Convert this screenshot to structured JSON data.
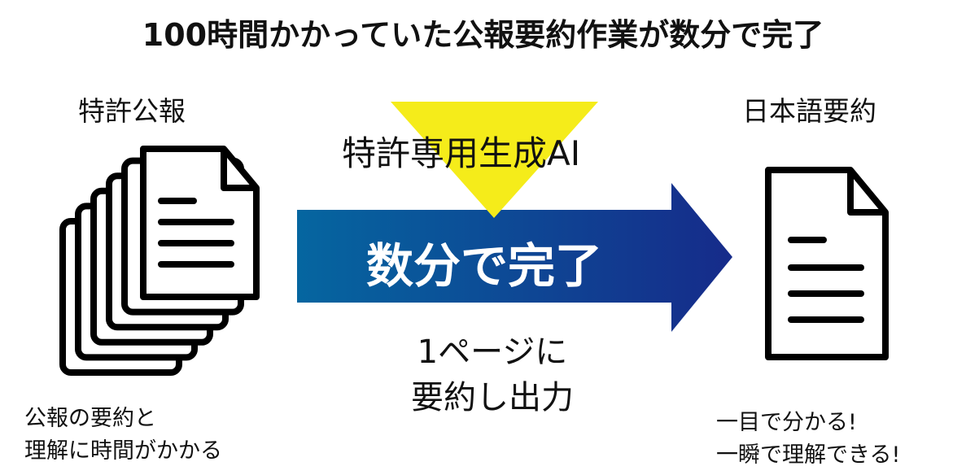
{
  "title": "100時間かかっていた公報要約作業が数分で完了",
  "left": {
    "heading": "特許公報",
    "caption": [
      "公報の要約と",
      "理解に時間がかかる"
    ],
    "icon": "document-stack-icon"
  },
  "center": {
    "ai_label": "特許専用生成AI",
    "arrow_label": "数分で完了",
    "output": [
      "1ページに",
      "要約し出力"
    ]
  },
  "right": {
    "heading": "日本語要約",
    "caption": [
      "一目で分かる!",
      "一瞬で理解できる!"
    ],
    "icon": "document-icon"
  },
  "colors": {
    "arrow_start": "#0566a0",
    "arrow_end": "#162b8a",
    "triangle": "#f5ec1a"
  }
}
